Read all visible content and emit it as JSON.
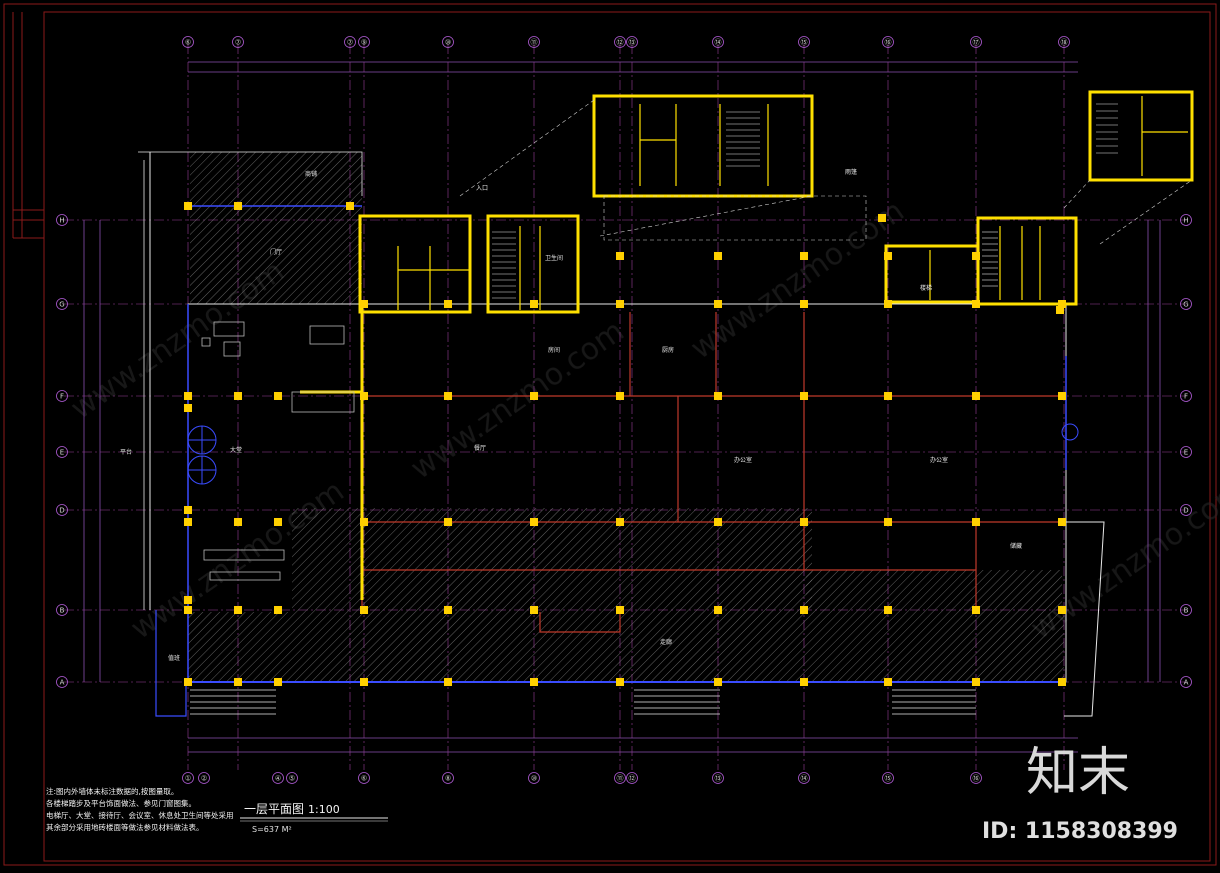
{
  "drawing": {
    "title": "一层平面图",
    "scale": "1:100",
    "area_label": "S=637  M²"
  },
  "notes": [
    "注:图内外墙体未标注数据的,按图量取。",
    "  各楼梯踏步及平台饰面做法、参见门窗图集。",
    "  电梯厅、大堂、接待厅、会议室、休息处卫生间等处采用",
    "  其余部分采用地砖楼面等做法参见材料做法表。"
  ],
  "axes": {
    "top": [
      "⑥",
      "⑦",
      "⑦",
      "⑨",
      "⑩",
      "⑪",
      "⑫",
      "⑬",
      "⑭",
      "⑮",
      "⑯",
      "⑰",
      "⑱"
    ],
    "bottom": [
      "①",
      "②",
      "④",
      "⑤",
      "⑥",
      "⑧",
      "⑩",
      "⑪",
      "⑫",
      "⑬",
      "⑭",
      "⑮",
      "⑯"
    ],
    "left": [
      "H",
      "G",
      "F",
      "E",
      "D",
      "B",
      "A"
    ],
    "right": [
      "H",
      "G",
      "F",
      "E",
      "D",
      "B",
      "A"
    ]
  },
  "rooms": {
    "hall": "大堂",
    "lobby": "门厅",
    "dining": "餐厅",
    "office": "办公室",
    "kitchen": "厨房",
    "corridor": "走廊",
    "stair": "楼梯",
    "toilet": "卫生间",
    "room": "房间",
    "storage": "储藏",
    "duty": "值班",
    "platform": "平台",
    "canopy": "雨篷",
    "entrance": "入口",
    "shop": "商铺"
  },
  "watermark": {
    "brand": "知末",
    "id_text": "ID: 1158308399",
    "diagonal": "www.znzmo.com"
  },
  "colors": {
    "background": "#000000",
    "wall": "#ffe000",
    "axis": "#b05cd6",
    "grid_line": "#b54cb5",
    "red_wall": "#c0392b",
    "blue_line": "#3a4cff",
    "white": "#e8e8e8",
    "frame_red": "#8b1a1a"
  }
}
